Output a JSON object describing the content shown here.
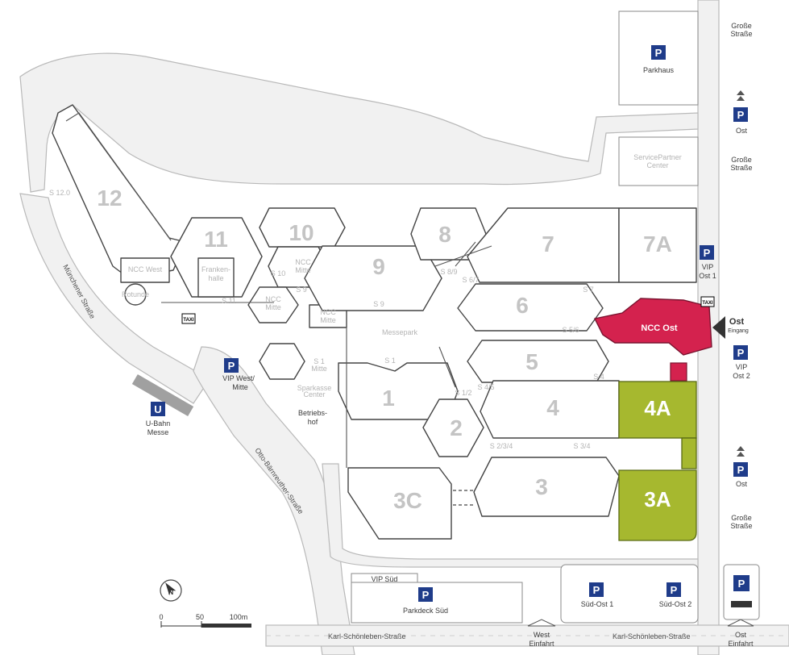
{
  "halls": {
    "h12": "12",
    "h11": "11",
    "h10": "10",
    "h9": "9",
    "h8": "8",
    "h7": "7",
    "h7a": "7A",
    "h6": "6",
    "h5": "5",
    "h4": "4",
    "h4a": "4A",
    "h3": "3",
    "h3a": "3A",
    "h3c": "3C",
    "h2": "2",
    "h1": "1",
    "ncc_ost": "NCC Ost"
  },
  "areas": {
    "ncc_west": "NCC West",
    "frankenhalle_1": "Franken-",
    "frankenhalle_2": "halle",
    "ncc_mitte_a1": "NCC",
    "ncc_mitte_a2": "Mitte",
    "ncc_mitte_b1": "NCC",
    "ncc_mitte_b2": "Mitte",
    "ncc_mitte_c1": "NCC",
    "ncc_mitte_c2": "Mitte",
    "rotunde": "Rotunde",
    "messepark": "Messepark",
    "servicepartner_1": "ServicePartner",
    "servicepartner_2": "Center",
    "betriebshof_1": "Betriebs-",
    "betriebshof_2": "hof",
    "sparkasse_1": "Sparkasse",
    "sparkasse_2": "Center",
    "parkhaus": "Parkhaus",
    "parkdeck_sued": "Parkdeck Süd",
    "vip_sued": "VIP Süd"
  },
  "passages": {
    "s12": "S 12.0",
    "s10": "S 10",
    "s11": "S 11",
    "s9a": "S 9",
    "s9b": "S 9",
    "s9_mitte": "Mitte",
    "s89": "S 8/9",
    "s67": "S 6/7",
    "s7": "S 7",
    "s56": "S 5/6",
    "s4": "S 4",
    "s1a": "S 1",
    "s1_mitte": "Mitte",
    "s1b": "S 1",
    "s12b": "S 1/2",
    "s45": "S 4/5",
    "s234": "S 2/3/4",
    "s34": "S 3/4"
  },
  "parking": {
    "symbol": "P",
    "ost_a": "Ost",
    "vip_ost1_1": "VIP",
    "vip_ost1_2": "Ost 1",
    "vip_ost2_1": "VIP",
    "vip_ost2_2": "Ost 2",
    "ost_b": "Ost",
    "vip_west_1": "VIP West/",
    "vip_west_2": "Mitte",
    "sued_ost1": "Süd-Ost 1",
    "sued_ost2": "Süd-Ost 2"
  },
  "transit": {
    "ubahn_symbol": "U",
    "ubahn_1": "U-Bahn",
    "ubahn_2": "Messe",
    "taxi": "TAXI"
  },
  "entrances": {
    "ost_title": "Ost",
    "ost_sub": "Eingang",
    "west_1": "West",
    "west_2": "Einfahrt",
    "ost_ein_1": "Ost",
    "ost_ein_2": "Einfahrt"
  },
  "streets": {
    "grosse_1": "Große",
    "grosse_1b": "Straße",
    "grosse_2": "Große",
    "grosse_2b": "Straße",
    "grosse_3": "Große",
    "grosse_3b": "Straße",
    "muenchener": "Münchener Straße",
    "otto": "Otto-Bärnreuther-Straße",
    "karl_1": "Karl-Schönleben-Straße",
    "karl_2": "Karl-Schönleben-Straße"
  },
  "scale": {
    "s0": "0",
    "s50": "50",
    "s100": "100m"
  },
  "north": "N",
  "colors": {
    "ncc_ost": "#d4224e",
    "highlight": "#a6b82f",
    "parking": "#1f3c8a"
  }
}
